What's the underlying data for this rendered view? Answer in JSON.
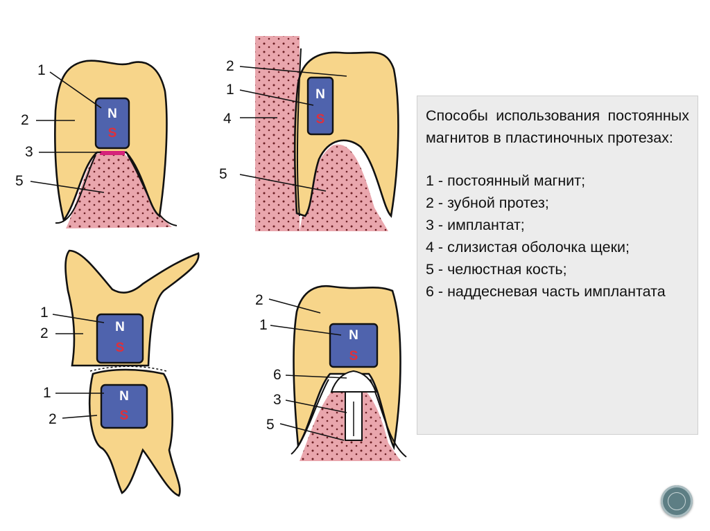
{
  "figure": {
    "pole_north": "N",
    "pole_south": "S",
    "labels": {
      "one": "1",
      "two": "2",
      "three": "3",
      "four": "4",
      "five": "5",
      "six": "6"
    }
  },
  "caption": {
    "title": "Способы использования постоянных магнитов в пластиночных протезах:",
    "items": [
      "1 - постоянный магнит;",
      "2 - зубной протез;",
      "3 - имплантат;",
      "4 - слизистая оболочка щеки;",
      "5 - челюстная кость;",
      "6 - наддесневая часть имплантата"
    ]
  },
  "colors": {
    "tooth": "#f7d58a",
    "bone": "#e9a6ad",
    "magnet": "#4f63ad",
    "north": "#ffffff",
    "south": "#e0303a",
    "caption_bg": "#ececec",
    "nav_button": "#5d7e84"
  }
}
